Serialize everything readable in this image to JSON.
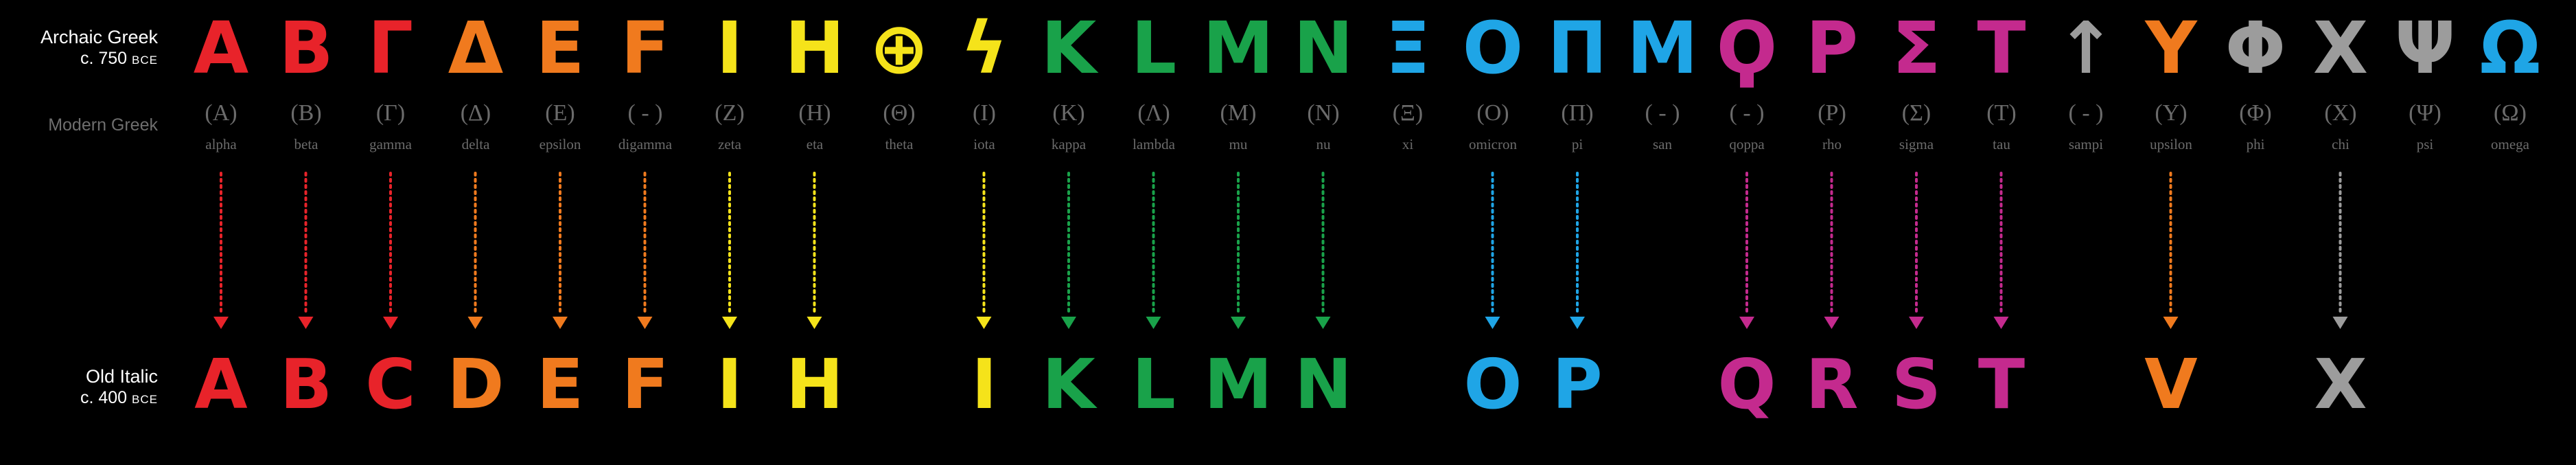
{
  "rows": {
    "archaic_title": "Archaic Greek",
    "archaic_date": "c. 750",
    "archaic_era": "BCE",
    "modern_title": "Modern Greek",
    "italic_title": "Old Italic",
    "italic_date": "c. 400",
    "italic_era": "BCE"
  },
  "letters": [
    {
      "archaic": "A",
      "modern": "(A)",
      "name": "alpha",
      "italic": "A",
      "color": "#e8232a",
      "arrow": true
    },
    {
      "archaic": "B",
      "modern": "(B)",
      "name": "beta",
      "italic": "B",
      "color": "#e8232a",
      "arrow": true
    },
    {
      "archaic": "Γ",
      "modern": "(Γ)",
      "name": "gamma",
      "italic": "C",
      "color": "#e8232a",
      "arrow": true
    },
    {
      "archaic": "Δ",
      "modern": "(Δ)",
      "name": "delta",
      "italic": "D",
      "color": "#f07a1e",
      "arrow": true
    },
    {
      "archaic": "E",
      "modern": "(E)",
      "name": "epsilon",
      "italic": "E",
      "color": "#f07a1e",
      "arrow": true
    },
    {
      "archaic": "F",
      "modern": "( - )",
      "name": "digamma",
      "italic": "F",
      "color": "#f07a1e",
      "arrow": true
    },
    {
      "archaic": "I",
      "modern": "(Z)",
      "name": "zeta",
      "italic": "I",
      "color": "#f5e31a",
      "arrow": true
    },
    {
      "archaic": "H",
      "modern": "(H)",
      "name": "eta",
      "italic": "H",
      "color": "#f5e31a",
      "arrow": true
    },
    {
      "archaic": "⊕",
      "modern": "(Θ)",
      "name": "theta",
      "italic": "",
      "color": "#f5e31a",
      "arrow": false
    },
    {
      "archaic": "ϟ",
      "modern": "(I)",
      "name": "iota",
      "italic": "I",
      "color": "#f5e31a",
      "arrow": true
    },
    {
      "archaic": "K",
      "modern": "(K)",
      "name": "kappa",
      "italic": "K",
      "color": "#19a24a",
      "arrow": true
    },
    {
      "archaic": "L",
      "modern": "(Λ)",
      "name": "lambda",
      "italic": "L",
      "color": "#19a24a",
      "arrow": true
    },
    {
      "archaic": "M",
      "modern": "(M)",
      "name": "mu",
      "italic": "M",
      "color": "#19a24a",
      "arrow": true
    },
    {
      "archaic": "N",
      "modern": "(N)",
      "name": "nu",
      "italic": "N",
      "color": "#19a24a",
      "arrow": true
    },
    {
      "archaic": "Ξ",
      "modern": "(Ξ)",
      "name": "xi",
      "italic": "",
      "color": "#1fa5e6",
      "arrow": false
    },
    {
      "archaic": "O",
      "modern": "(O)",
      "name": "omicron",
      "italic": "O",
      "color": "#1fa5e6",
      "arrow": true
    },
    {
      "archaic": "Π",
      "modern": "(Π)",
      "name": "pi",
      "italic": "P",
      "color": "#1fa5e6",
      "arrow": true
    },
    {
      "archaic": "M",
      "modern": "( - )",
      "name": "san",
      "italic": "",
      "color": "#1fa5e6",
      "arrow": false
    },
    {
      "archaic": "Ϙ",
      "modern": "( - )",
      "name": "qoppa",
      "italic": "Q",
      "color": "#c42a8e",
      "arrow": true
    },
    {
      "archaic": "P",
      "modern": "(P)",
      "name": "rho",
      "italic": "R",
      "color": "#c42a8e",
      "arrow": true
    },
    {
      "archaic": "Σ",
      "modern": "(Σ)",
      "name": "sigma",
      "italic": "S",
      "color": "#c42a8e",
      "arrow": true
    },
    {
      "archaic": "T",
      "modern": "(T)",
      "name": "tau",
      "italic": "T",
      "color": "#c42a8e",
      "arrow": true
    },
    {
      "archaic": "↑",
      "modern": "( - )",
      "name": "sampi",
      "italic": "",
      "color": "#9c9c9c",
      "arrow": false
    },
    {
      "archaic": "Y",
      "modern": "(Y)",
      "name": "upsilon",
      "italic": "V",
      "color": "#f07a1e",
      "arrow": true
    },
    {
      "archaic": "Φ",
      "modern": "(Φ)",
      "name": "phi",
      "italic": "",
      "color": "#9c9c9c",
      "arrow": false
    },
    {
      "archaic": "X",
      "modern": "(X)",
      "name": "chi",
      "italic": "X",
      "color": "#9c9c9c",
      "arrow": true
    },
    {
      "archaic": "Ψ",
      "modern": "(Ψ)",
      "name": "psi",
      "italic": "",
      "color": "#9c9c9c",
      "arrow": false
    },
    {
      "archaic": "Ω",
      "modern": "(Ω)",
      "name": "omega",
      "italic": "",
      "color": "#1fa5e6",
      "arrow": false
    }
  ]
}
